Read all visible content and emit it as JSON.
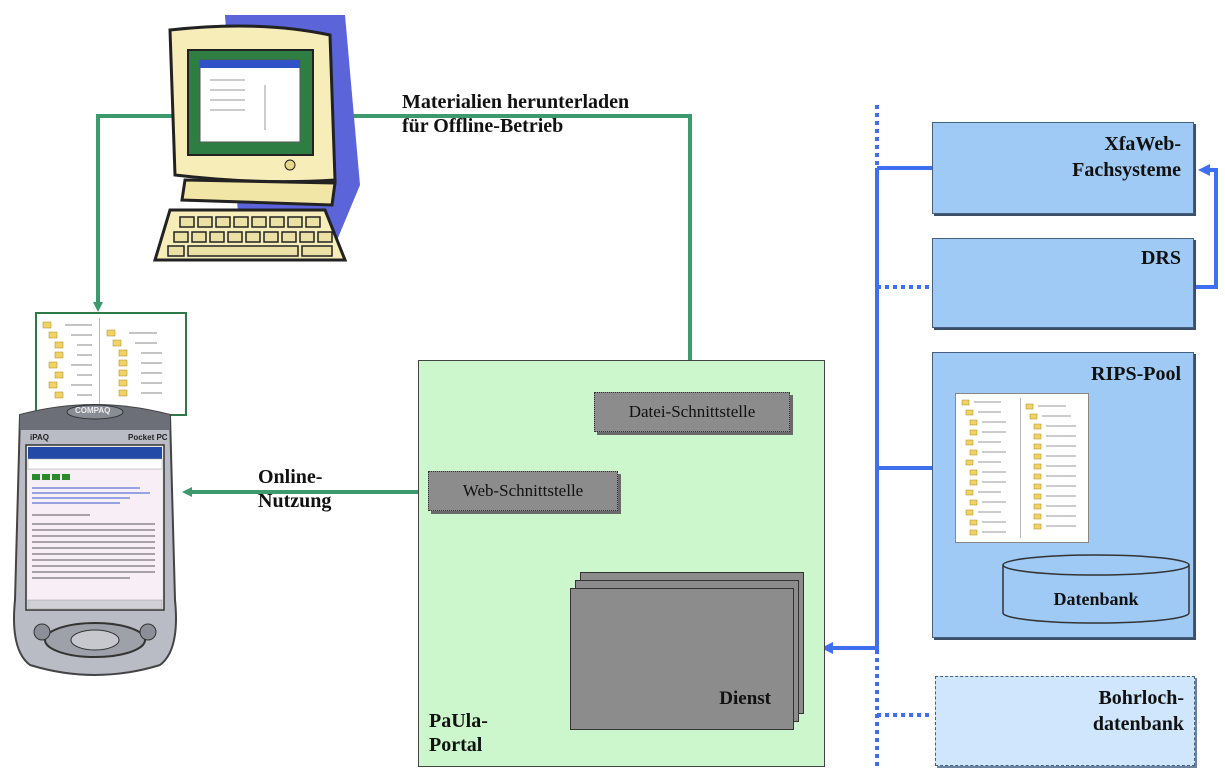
{
  "labels": {
    "download": "Materialien herunterladen",
    "download_sub": "für Offline-Betrieb",
    "online": "Online-",
    "online_sub": "Nutzung"
  },
  "portal": {
    "name_line1": "PaUla-",
    "name_line2": "Portal",
    "datei": "Datei-Schnittstelle",
    "web": "Web-Schnittstelle",
    "dienst": "Dienst"
  },
  "systems": {
    "xfaweb_l1": "XfaWeb-",
    "xfaweb_l2": "Fachsysteme",
    "drs": "DRS",
    "rips": "RIPS-Pool",
    "datenbank": "Datenbank",
    "bohr_l1": "Bohrloch-",
    "bohr_l2": "datenbank"
  },
  "pda": {
    "brand": "COMPAQ",
    "model": "iPAQ",
    "os": "Pocket PC"
  },
  "colors": {
    "green": "#3c9a6d",
    "blue": "#3e6ff0",
    "portal_bg": "#ccf7cc",
    "sys_bg": "#9fcaf5",
    "sys_dashed_bg": "#cfe6fc"
  }
}
